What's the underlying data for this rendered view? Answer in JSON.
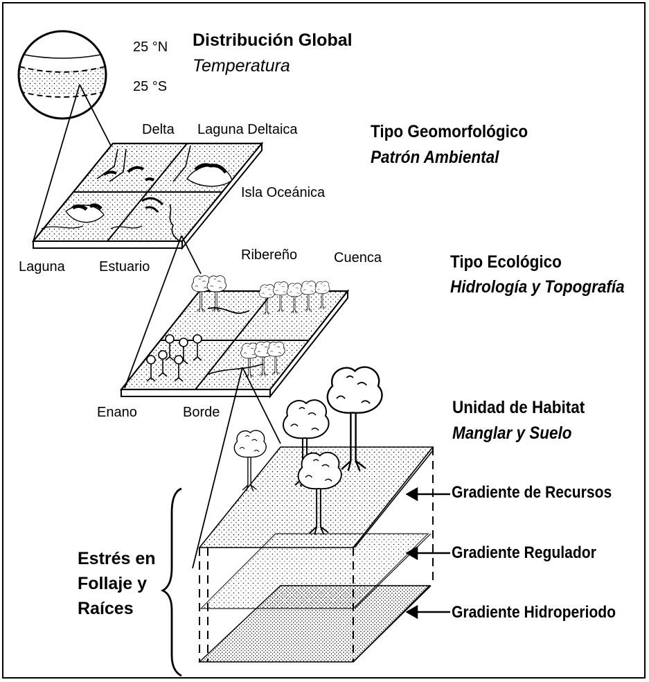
{
  "levels": {
    "global": {
      "title": "Distribución Global",
      "subtitle": "Temperatura",
      "lat_north": "25 °N",
      "lat_south": "25 °S"
    },
    "geomorphological": {
      "title": "Tipo Geomorfológico",
      "subtitle": "Patrón Ambiental",
      "types": [
        "Delta",
        "Laguna Deltaica",
        "Isla Oceánica",
        "Laguna",
        "Estuario"
      ]
    },
    "ecological": {
      "title": "Tipo Ecológico",
      "subtitle": "Hidrología y Topografía",
      "types": [
        "Ribereño",
        "Cuenca",
        "Enano",
        "Borde"
      ]
    },
    "habitat": {
      "title": "Unidad de Habitat",
      "subtitle": "Manglar y Suelo"
    }
  },
  "gradients": [
    "Gradiente de Recursos",
    "Gradiente Regulador",
    "Gradiente Hidroperiodo"
  ],
  "stress_label": "Estrés en\nFollaje y\nRaíces",
  "colors": {
    "ink": "#000000",
    "background": "#ffffff"
  }
}
